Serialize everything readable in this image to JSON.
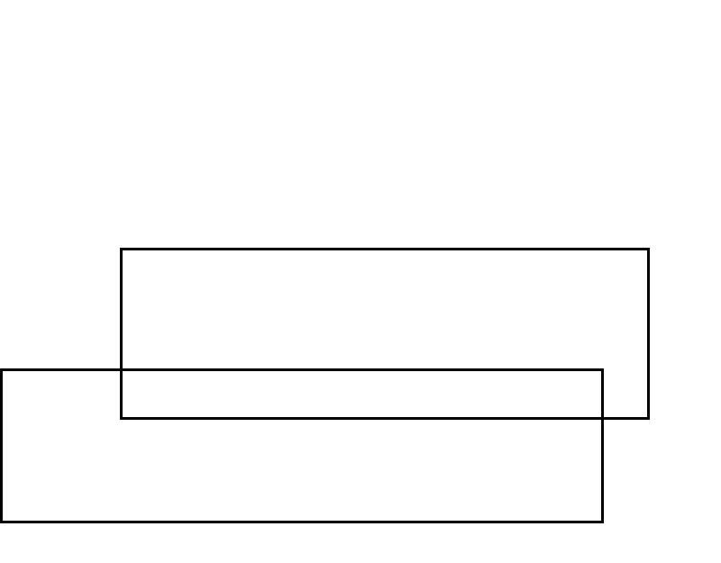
{
  "diagram": {
    "background_color": "#ffffff",
    "stroke_color": "#000000",
    "shapes": [
      {
        "kind": "rectangle",
        "fill": "none"
      },
      {
        "kind": "rectangle",
        "fill": "none"
      }
    ]
  }
}
